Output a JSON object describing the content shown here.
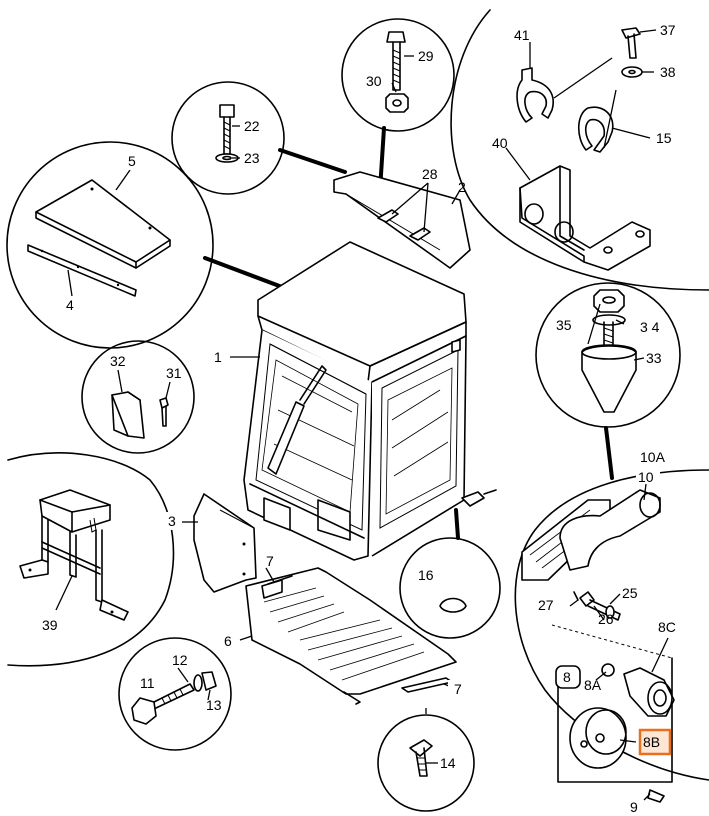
{
  "labels": {
    "l1": "1",
    "l2": "2",
    "l3": "3",
    "l4": "4",
    "l5": "5",
    "l6": "6",
    "l7a": "7",
    "l7b": "7",
    "l8": "8",
    "l8a": "8A",
    "l8b": "8B",
    "l8c": "8C",
    "l9": "9",
    "l10": "10",
    "l10a": "10A",
    "l11": "11",
    "l12": "12",
    "l13": "13",
    "l14": "14",
    "l15": "15",
    "l16": "16",
    "l22": "22",
    "l23": "23",
    "l25": "25",
    "l26": "26",
    "l27": "27",
    "l28": "28",
    "l29": "29",
    "l30": "30",
    "l31": "31",
    "l32": "32",
    "l33": "33",
    "l34": "3 4",
    "l35": "35",
    "l37": "37",
    "l38": "38",
    "l39": "39",
    "l40": "40",
    "l41": "41"
  },
  "highlight": {
    "label_key": "l8b",
    "color": "#e8701f",
    "fill": "#fde6d4"
  }
}
